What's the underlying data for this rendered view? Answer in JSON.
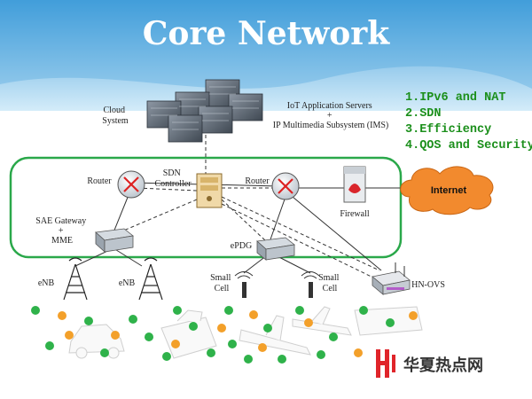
{
  "title": "Core Network",
  "features": [
    "1.IPv6 and NAT",
    "2.SDN",
    "3.Efficiency",
    "4.QOS and Security"
  ],
  "labels": {
    "cloud_system": [
      "Cloud",
      "System"
    ],
    "iot_servers": [
      "IoT Application Servers",
      "+",
      "IP Multimedia Subsystem (IMS)"
    ],
    "router_left": "Router",
    "router_right": "Router",
    "sdn_controller": [
      "SDN",
      "Controller"
    ],
    "firewall": "Firewall",
    "internet": "Internet",
    "sae_gateway": [
      "SAE Gateway",
      "+",
      "MME"
    ],
    "epdg": "ePDG",
    "enb_left": "eNB",
    "enb_right": "eNB",
    "small_cell_left": [
      "Small",
      "Cell"
    ],
    "small_cell_right": [
      "Small",
      "Cell"
    ],
    "hn_ovs": "HN-OVS"
  },
  "watermark": "华夏热点网",
  "colors": {
    "sky_top": "#3d9bd9",
    "sky_bottom": "#c7e6f7",
    "core_border": "#2aa84a",
    "feature_text": "#1b8f1b",
    "internet_cloud": "#f28a2e",
    "watermark_logo": "#e0242a",
    "device_green": "#2fb24a",
    "device_orange": "#f3a02a"
  },
  "icons": [
    "server-rack-icon",
    "router-icon",
    "sdn-controller-icon",
    "firewall-icon",
    "cloud-icon",
    "gateway-icon",
    "cell-tower-icon",
    "small-cell-icon",
    "hn-ovs-icon",
    "car-icon",
    "ship-icon",
    "airplane-icon"
  ]
}
